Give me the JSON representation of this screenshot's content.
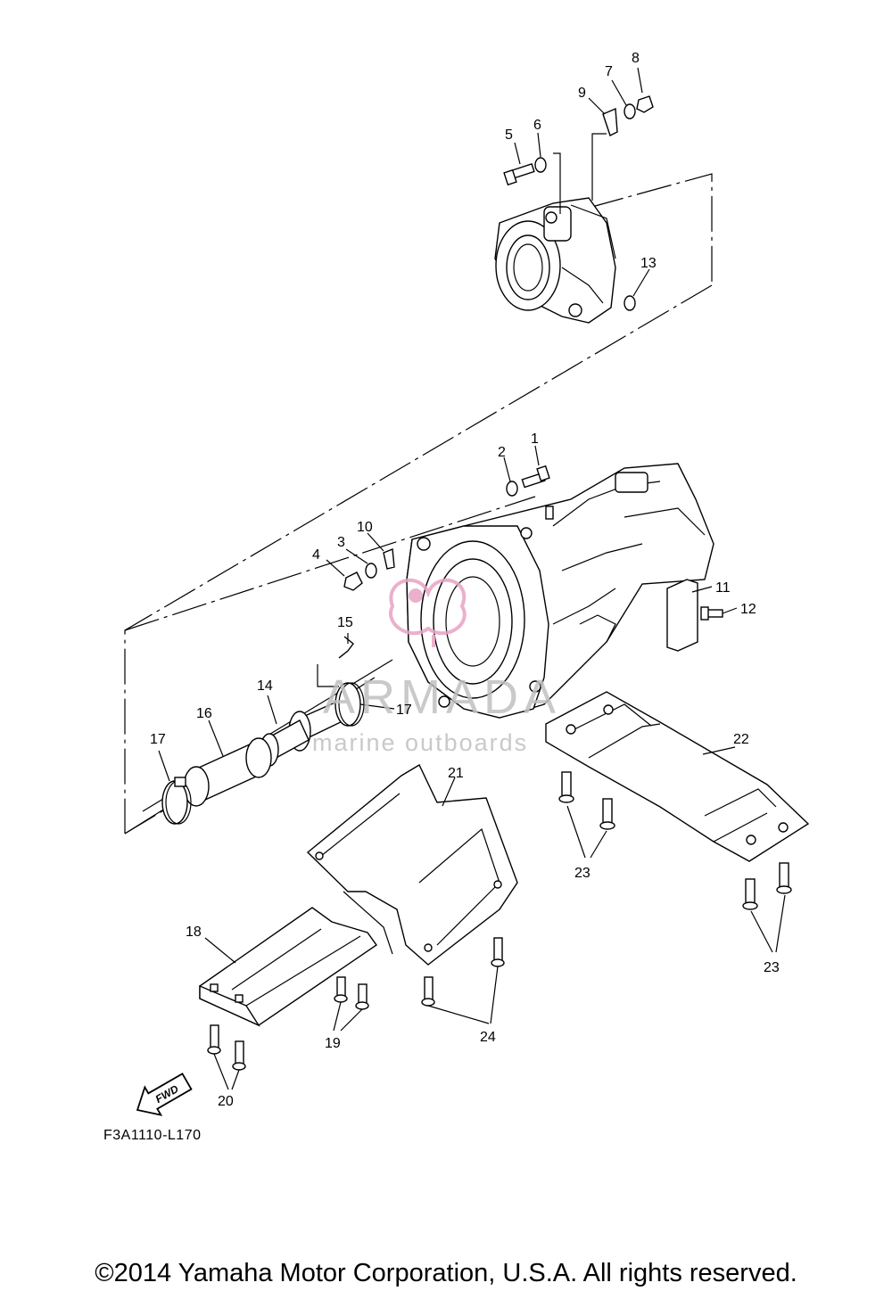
{
  "callouts": {
    "c1": "1",
    "c2": "2",
    "c3": "3",
    "c4": "4",
    "c5": "5",
    "c6": "6",
    "c7": "7",
    "c8": "8",
    "c9": "9",
    "c10": "10",
    "c11": "11",
    "c12": "12",
    "c13": "13",
    "c14": "14",
    "c15": "15",
    "c16": "16",
    "c17a": "17",
    "c17b": "17",
    "c18": "18",
    "c19": "19",
    "c20": "20",
    "c21": "21",
    "c22": "22",
    "c23a": "23",
    "c23b": "23",
    "c24": "24"
  },
  "fwd_label": "FWD",
  "watermark": {
    "brand": "ARMADA",
    "tagline": "marine outboards",
    "brand_color": "#c9c9c9",
    "logo_color": "#e8a3c4"
  },
  "diagram_code": "F3A1110-L170",
  "copyright": "©2014 Yamaha Motor Corporation, U.S.A. All rights reserved."
}
